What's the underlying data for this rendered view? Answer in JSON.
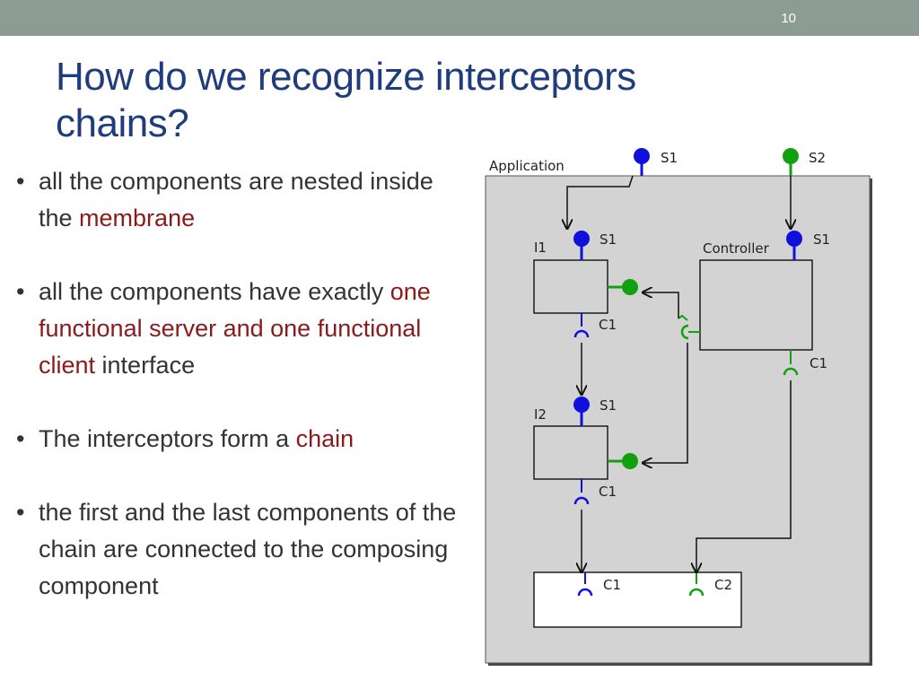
{
  "slide": {
    "page_number": "10",
    "title_line1": "How do we recognize interceptors",
    "title_line2": "chains?"
  },
  "bullets": [
    {
      "text": "all the components are nested inside the ",
      "highlight": "membrane",
      "after": ""
    },
    {
      "text": "all the components have exactly ",
      "highlight": "one functional server and one functional client",
      "after": " interface"
    },
    {
      "text": "The interceptors form a ",
      "highlight": "chain",
      "after": ""
    },
    {
      "text": "the first and the last components of the chain are connected to the composing component",
      "highlight": "",
      "after": ""
    }
  ],
  "diagram": {
    "application_label": "Application",
    "application_s1": "S1",
    "application_s2": "S2",
    "i1_label": "I1",
    "i1_s1": "S1",
    "i1_c1": "C1",
    "controller_label": "Controller",
    "controller_s1": "S1",
    "controller_c1": "C1",
    "i2_label": "I2",
    "i2_s1": "S1",
    "i2_c1": "C1",
    "bottom_c1": "C1",
    "bottom_c2": "C2"
  },
  "colors": {
    "title": "#1f3c7d",
    "highlight": "#8b1a1a",
    "topbar": "#8c9b94",
    "blue_interface": "#1010dd",
    "green_interface": "#10a010"
  }
}
